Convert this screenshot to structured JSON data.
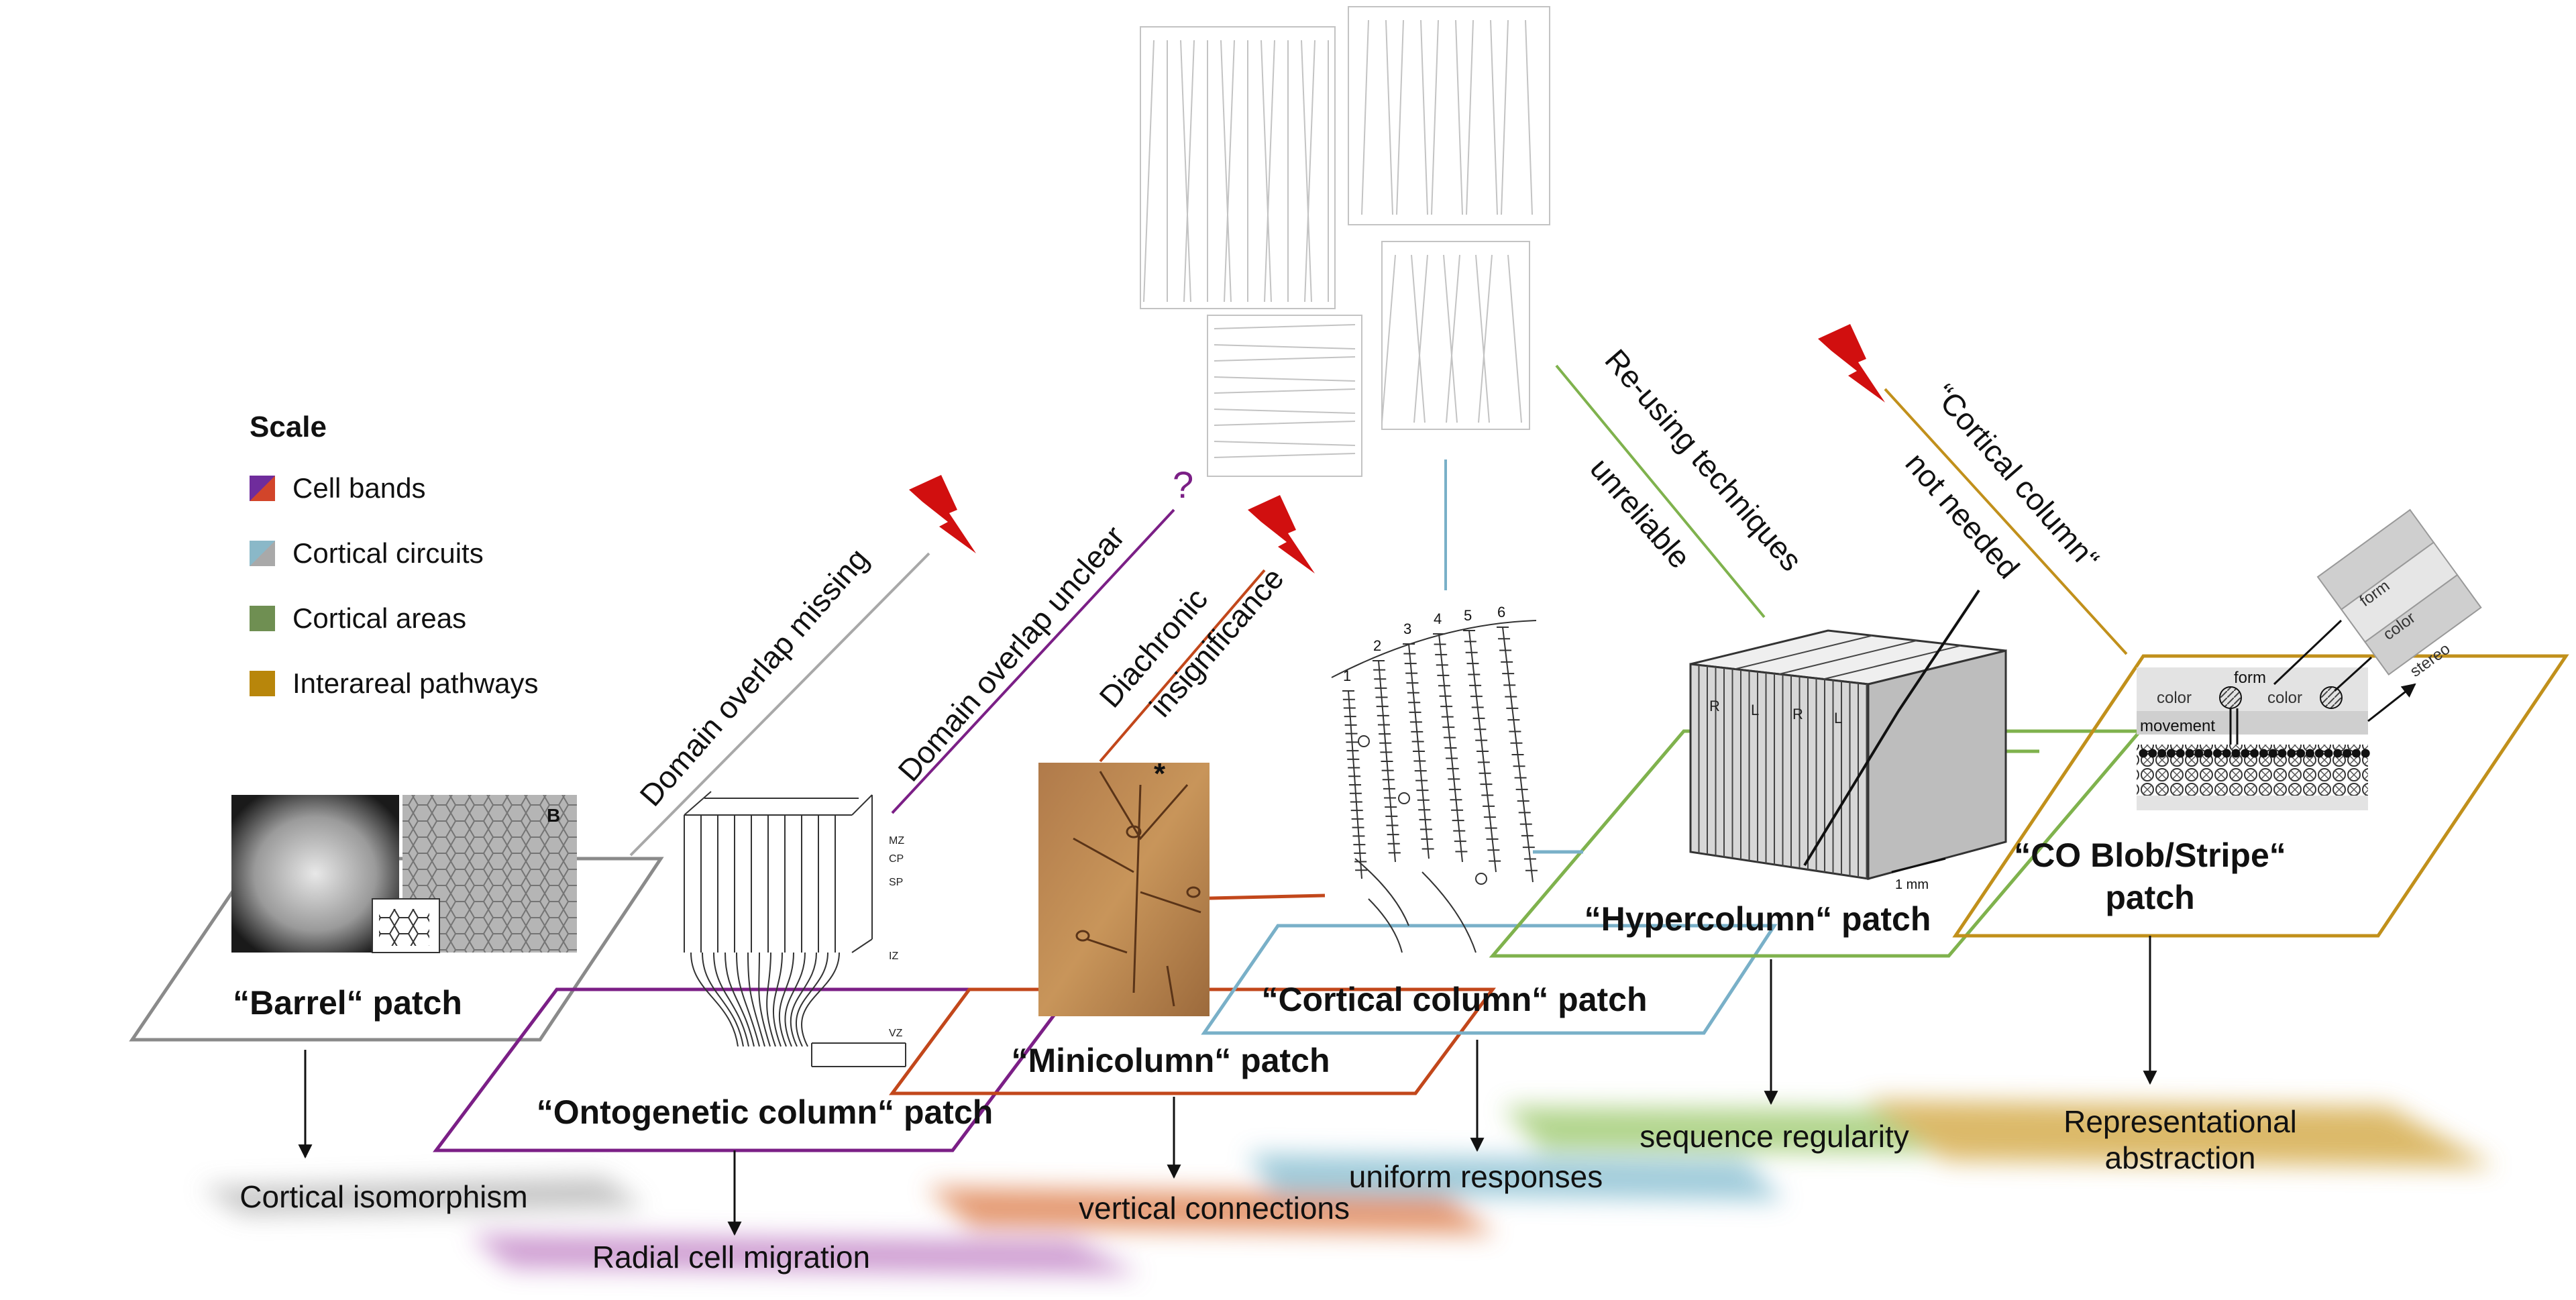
{
  "legend": {
    "title": "Scale",
    "items": [
      {
        "label": "Cell bands",
        "colors": [
          "#d2452a",
          "#6f2c9c"
        ]
      },
      {
        "label": "Cortical circuits",
        "colors": [
          "#8ab8c8",
          "#a9a9a9"
        ]
      },
      {
        "label": "Cortical areas",
        "colors": [
          "#6f8f52"
        ]
      },
      {
        "label": "Interareal pathways",
        "colors": [
          "#b8860b"
        ]
      }
    ]
  },
  "colors": {
    "barrel": "#8a8a8a",
    "ontogenetic": "#7b1f86",
    "minicolumn": "#c2471b",
    "cortical": "#79b0c8",
    "hyper": "#7fb24d",
    "coblob": "#c1901b",
    "bolt": "#d10f0f"
  },
  "patches": {
    "barrel": "“Barrel“ patch",
    "ontogenetic": "“Ontogenetic column“ patch",
    "minicolumn": "“Minicolumn“ patch",
    "cortical": "“Cortical column“ patch",
    "hyper": "“Hypercolumn“ patch",
    "coblob_1": "“CO Blob/Stripe“",
    "coblob_2": "patch"
  },
  "critiques": {
    "barrel": "Domain overlap missing",
    "ontogenetic": "Domain overlap unclear",
    "ontogenetic_mark": "?",
    "minicolumn_1": "Diachronic",
    "minicolumn_2": "insignificance",
    "hyper_1": "Re-using techniques",
    "hyper_2": "unreliable",
    "coblob_1": "“Cortical column“",
    "coblob_2": "not needed"
  },
  "outcomes": {
    "barrel": "Cortical isomorphism",
    "ontogenetic": "Radial cell migration",
    "minicolumn": "vertical connections",
    "cortical": "uniform responses",
    "hyper": "sequence regularity",
    "coblob_1": "Representational",
    "coblob_2": "abstraction"
  },
  "figure_labels": {
    "barrel_b": "B",
    "minicolumn_star": "*",
    "column_numbers": [
      "1",
      "2",
      "3",
      "4",
      "5",
      "6"
    ],
    "hyper_faces": [
      "R",
      "L",
      "R",
      "L"
    ],
    "hyper_scale": "1 mm",
    "ontogenetic_layers": [
      "MZ",
      "CP",
      "SP",
      "IZ",
      "VZ"
    ],
    "coblob_labels": {
      "color_1": "color",
      "form": "form",
      "color_2": "color",
      "movement": "movement"
    },
    "coblob_side": {
      "form": "form",
      "color": "color",
      "stereo": "stereo"
    }
  }
}
